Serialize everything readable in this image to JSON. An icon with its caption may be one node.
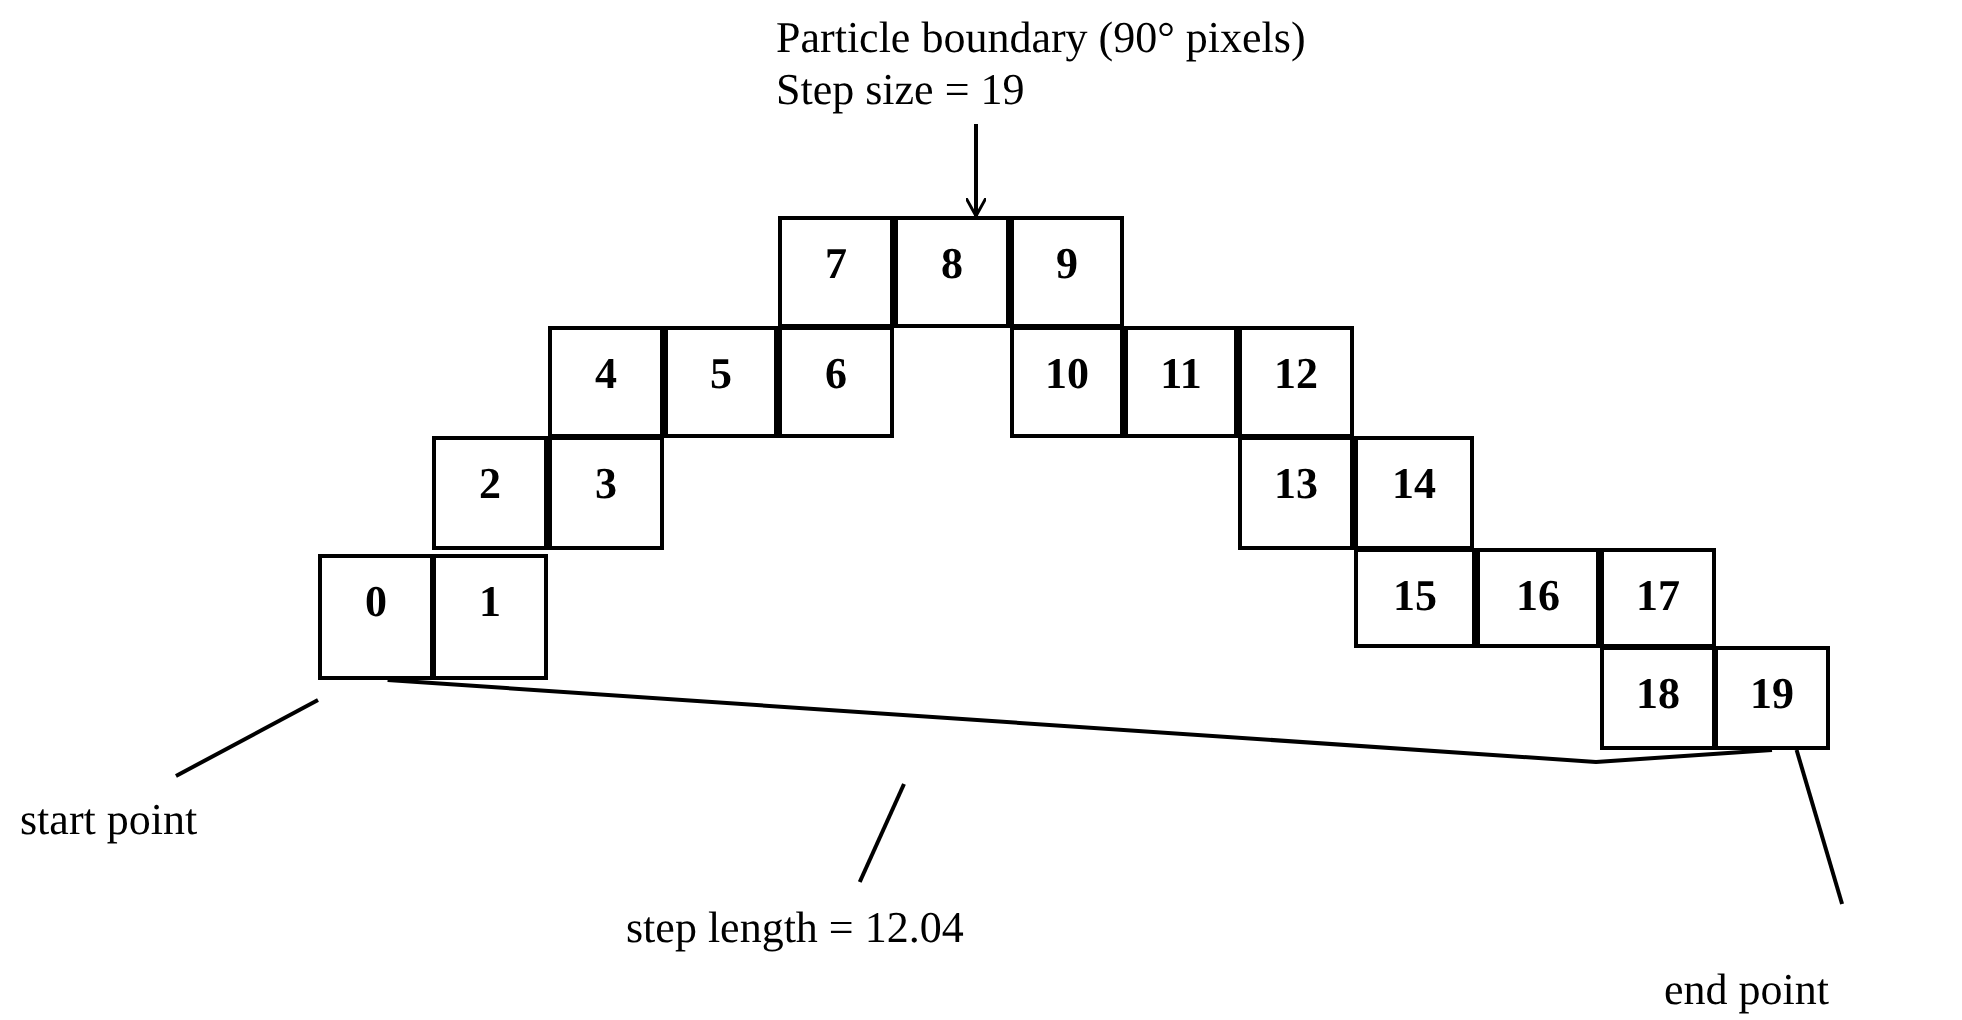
{
  "diagram": {
    "nodes": [
      {
        "text": [
          "0"
        ]
      },
      {
        "text": [
          "1"
        ]
      },
      {
        "text": [
          "2"
        ]
      },
      {
        "text": [
          "3"
        ]
      },
      {
        "text": [
          "4"
        ]
      },
      {
        "text": [
          "5"
        ]
      },
      {
        "text": [
          "6"
        ]
      },
      {
        "text": [
          "7"
        ]
      },
      {
        "text": [
          "8"
        ]
      },
      {
        "text": [
          "9"
        ]
      },
      {
        "text": [
          "10"
        ]
      },
      {
        "text": [
          "11"
        ]
      },
      {
        "text": [
          "12"
        ]
      },
      {
        "text": [
          "13"
        ]
      },
      {
        "text": [
          "14"
        ]
      },
      {
        "text": [
          "15"
        ]
      },
      {
        "text": [
          "16"
        ]
      },
      {
        "text": [
          "17"
        ]
      },
      {
        "text": [
          "18"
        ]
      },
      {
        "text": [
          "19"
        ]
      },
      {
        "text": [
          "Particle boundary (90° pixels)",
          "Step size = 19"
        ]
      },
      {
        "text": [
          "start point"
        ]
      },
      {
        "text": [
          "step length = 12.04"
        ]
      },
      {
        "text": [
          "end point"
        ]
      }
    ],
    "edges": [
      {
        "from": 20,
        "to": 8,
        "arrow": "to"
      },
      {
        "from": 0,
        "to": 19,
        "arrow": "none"
      },
      {
        "from": 21,
        "to": 0,
        "arrow": "none"
      },
      {
        "from": 22,
        "to": null,
        "arrow": "none"
      },
      {
        "from": 23,
        "to": 19,
        "arrow": "none"
      }
    ]
  }
}
